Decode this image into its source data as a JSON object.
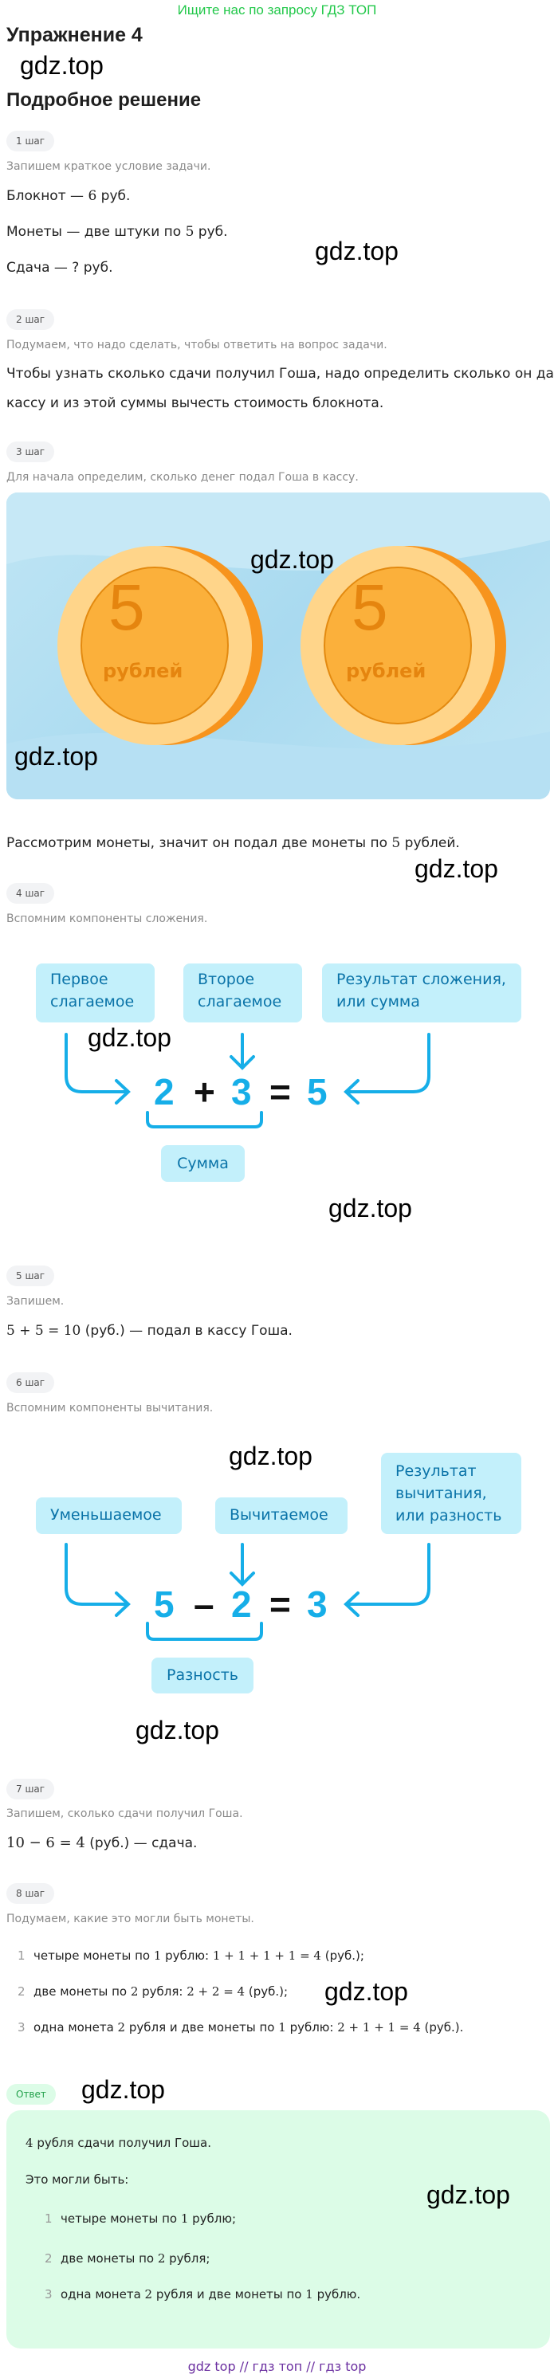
{
  "promo": "Ищите нас по запросу ГДЗ ТОП",
  "title": "Упражнение 4",
  "subtitle": "Подробное решение",
  "watermark": "gdz.top",
  "steps": {
    "s1": {
      "badge": "1 шаг",
      "hint": "Запишем краткое условие задачи.",
      "l1a": "Блокнот — ",
      "l1n": "6",
      "l1b": " руб.",
      "l2a": "Монеты — две штуки по ",
      "l2n": "5",
      "l2b": " руб.",
      "l3": "Сдача — ? руб."
    },
    "s2": {
      "badge": "2 шаг",
      "hint": "Подумаем, что надо сделать, чтобы ответить на вопрос задачи.",
      "l1": "Чтобы узнать сколько сдачи получил Гоша, надо определить сколько он дал в",
      "l2": "кассу и из этой суммы вычесть стоимость блокнота."
    },
    "s3": {
      "badge": "3 шаг",
      "hint": "Для начала определим, сколько денег подал Гоша в кассу.",
      "coin_value": "5",
      "coin_unit": "рублей",
      "texta": "Рассмотрим монеты, значит он подал две монеты по ",
      "textn": "5",
      "textb": " рублей."
    },
    "s4": {
      "badge": "4 шаг",
      "hint": "Вспомним компоненты сложения.",
      "box1": "Первое слагаемое",
      "box2": "Второе слагаемое",
      "box3": "Результат сложения, или сумма",
      "n1": "2",
      "op": "+",
      "n2": "3",
      "eq": "=",
      "n3": "5",
      "sum": "Сумма"
    },
    "s5": {
      "badge": "5 шаг",
      "hint": "Запишем.",
      "math": "5 + 5 = 10",
      "text": " (руб.) — подал в кассу Гоша."
    },
    "s6": {
      "badge": "6 шаг",
      "hint": "Вспомним компоненты вычитания.",
      "box1": "Уменьшаемое",
      "box2": "Вычитаемое",
      "box3": "Результат вычитания, или разность",
      "n1": "5",
      "op": "–",
      "n2": "2",
      "eq": "=",
      "n3": "3",
      "diff": "Разность"
    },
    "s7": {
      "badge": "7 шаг",
      "hint": "Запишем, сколько сдачи получил Гоша.",
      "math": "10 − 6 = 4",
      "text": " (руб.) — сдача."
    },
    "s8": {
      "badge": "8 шаг",
      "hint": "Подумаем, какие это могли быть монеты.",
      "items": [
        {
          "n": "1",
          "a": "четыре монеты по ",
          "b": "1",
          "c": " рублю: ",
          "m": "1 + 1 + 1 + 1 = 4",
          "d": " (руб.);"
        },
        {
          "n": "2",
          "a": "две монеты по ",
          "b": "2",
          "c": " рубля: ",
          "m": "2 + 2 = 4",
          "d": " (руб.);"
        },
        {
          "n": "3",
          "a": "одна монета ",
          "b": "2",
          "c": " рубля и две монеты по ",
          "b2": "1",
          "c2": " рублю: ",
          "m": "2 + 1 + 1 = 4",
          "d": " (руб.)."
        }
      ]
    }
  },
  "answer": {
    "badge": "Ответ",
    "l1n": "4",
    "l1": " рубля сдачи получил Гоша.",
    "l2": "Это могли быть:",
    "items": [
      {
        "n": "1",
        "a": "четыре монеты по ",
        "b": "1",
        "c": " рублю;"
      },
      {
        "n": "2",
        "a": "две монеты по ",
        "b": "2",
        "c": " рубля;"
      },
      {
        "n": "3",
        "a": "одна монета ",
        "b": "2",
        "c": " рубля и две монеты по ",
        "b2": "1",
        "c2": " рублю."
      }
    ]
  },
  "footer": "gdz top  //  гдз топ  //  гдз top",
  "colors": {
    "promo": "#22c84a",
    "accent": "#16aee8",
    "box": "#c3f0fb",
    "answer_bg": "#dcfce7",
    "footer": "#6b2fa0"
  }
}
